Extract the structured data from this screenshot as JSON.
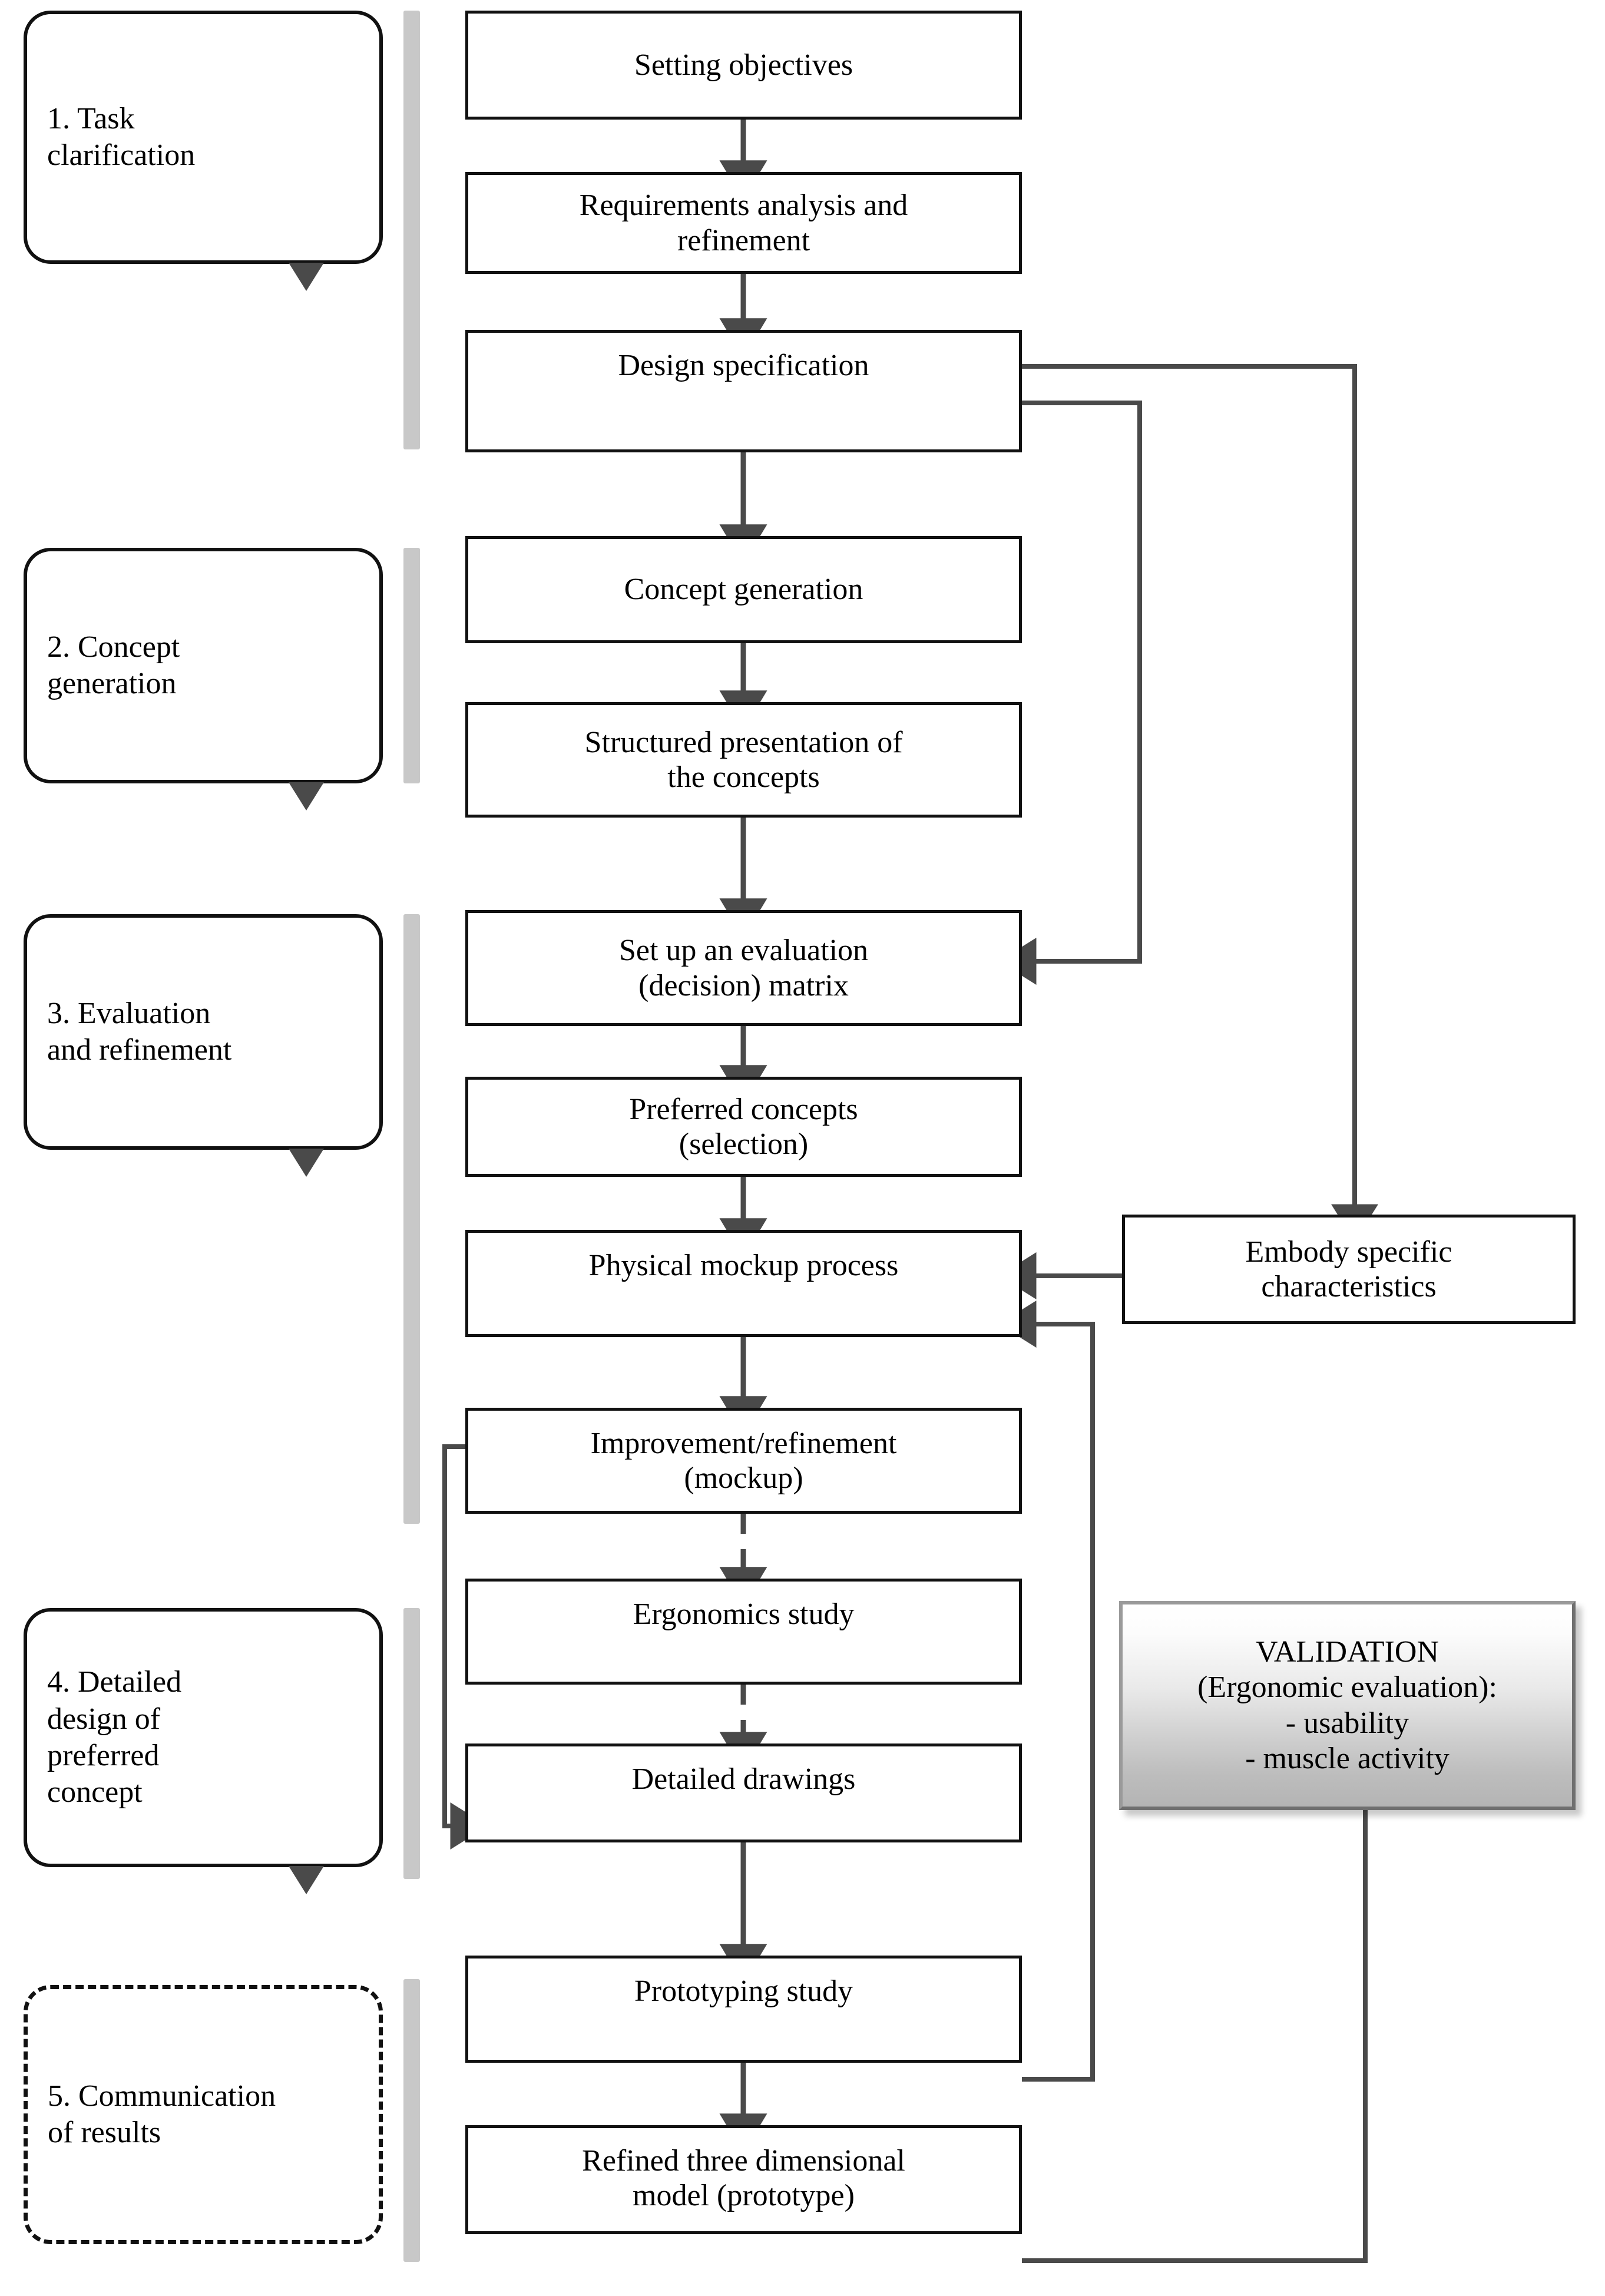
{
  "diagram": {
    "title": "Design process flowchart",
    "colors": {
      "box_border": "#111111",
      "arrow": "#4a4a4a",
      "rail": "#c8c8c8",
      "validation_gradient_top": "#ffffff",
      "validation_gradient_bottom": "#b4b4b4",
      "validation_border_light": "#9a9a9a",
      "validation_border_dark": "#6f6f6f",
      "background": "#ffffff"
    }
  },
  "stages": [
    {
      "id": "stage-1",
      "label": "1. Task\nclarification",
      "dashed": false,
      "tail": true
    },
    {
      "id": "stage-2",
      "label": "2. Concept\ngeneration",
      "dashed": false,
      "tail": true
    },
    {
      "id": "stage-3",
      "label": "3. Evaluation\nand refinement",
      "dashed": false,
      "tail": true
    },
    {
      "id": "stage-4",
      "label": "4. Detailed\ndesign of\npreferred\nconcept",
      "dashed": false,
      "tail": true
    },
    {
      "id": "stage-5",
      "label": "5. Communication\nof results",
      "dashed": true,
      "tail": false
    }
  ],
  "process_steps": [
    {
      "id": "step-setting-objectives",
      "label": "Setting objectives"
    },
    {
      "id": "step-requirements",
      "label": "Requirements analysis and\nrefinement"
    },
    {
      "id": "step-design-specification",
      "label": "Design specification"
    },
    {
      "id": "step-concept-generation",
      "label": "Concept generation"
    },
    {
      "id": "step-structured-presentation",
      "label": "Structured presentation of\nthe concepts"
    },
    {
      "id": "step-evaluation-matrix",
      "label": "Set up an evaluation\n(decision) matrix"
    },
    {
      "id": "step-preferred-concepts",
      "label": "Preferred concepts\n(selection)"
    },
    {
      "id": "step-physical-mockup",
      "label": "Physical mockup process"
    },
    {
      "id": "step-improvement",
      "label": "Improvement/refinement\n(mockup)"
    },
    {
      "id": "step-ergonomics-study",
      "label": "Ergonomics study"
    },
    {
      "id": "step-detailed-drawings",
      "label": "Detailed drawings"
    },
    {
      "id": "step-prototyping-study",
      "label": "Prototyping study"
    },
    {
      "id": "step-refined-3d-model",
      "label": "Refined three dimensional\nmodel (prototype)"
    }
  ],
  "side_boxes": {
    "embody": {
      "id": "box-embody",
      "label": "Embody specific\ncharacteristics"
    },
    "validation": {
      "id": "box-validation",
      "lines": [
        "VALIDATION",
        "(Ergonomic evaluation):",
        "- usability",
        "- muscle activity"
      ]
    }
  },
  "connections": [
    {
      "from": "step-setting-objectives",
      "to": "step-requirements",
      "style": "solid",
      "direction": "down"
    },
    {
      "from": "step-requirements",
      "to": "step-design-specification",
      "style": "solid",
      "direction": "down"
    },
    {
      "from": "step-design-specification",
      "to": "step-concept-generation",
      "style": "solid",
      "direction": "down"
    },
    {
      "from": "step-concept-generation",
      "to": "step-structured-presentation",
      "style": "solid",
      "direction": "down"
    },
    {
      "from": "step-structured-presentation",
      "to": "step-evaluation-matrix",
      "style": "solid",
      "direction": "down"
    },
    {
      "from": "step-evaluation-matrix",
      "to": "step-preferred-concepts",
      "style": "solid",
      "direction": "down"
    },
    {
      "from": "step-preferred-concepts",
      "to": "step-physical-mockup",
      "style": "solid",
      "direction": "down"
    },
    {
      "from": "step-physical-mockup",
      "to": "step-improvement",
      "style": "solid",
      "direction": "down"
    },
    {
      "from": "step-improvement",
      "to": "step-ergonomics-study",
      "style": "dashed",
      "direction": "down"
    },
    {
      "from": "step-ergonomics-study",
      "to": "step-detailed-drawings",
      "style": "dashed",
      "direction": "down"
    },
    {
      "from": "step-detailed-drawings",
      "to": "step-prototyping-study",
      "style": "solid",
      "direction": "down"
    },
    {
      "from": "step-prototyping-study",
      "to": "step-refined-3d-model",
      "style": "solid",
      "direction": "down"
    },
    {
      "from": "step-design-specification",
      "to": "step-evaluation-matrix",
      "style": "solid",
      "direction": "right-down-left"
    },
    {
      "from": "step-design-specification",
      "to": "box-embody",
      "style": "solid",
      "direction": "right-down"
    },
    {
      "from": "box-embody",
      "to": "step-physical-mockup",
      "style": "solid",
      "direction": "left"
    },
    {
      "from": "step-prototyping-study",
      "to": "step-physical-mockup",
      "style": "solid",
      "direction": "right-up-left"
    },
    {
      "from": "step-improvement",
      "to": "step-detailed-drawings",
      "style": "solid",
      "direction": "left-down-right"
    },
    {
      "from": "step-refined-3d-model",
      "to": "box-validation",
      "style": "solid",
      "direction": "right-up"
    }
  ]
}
